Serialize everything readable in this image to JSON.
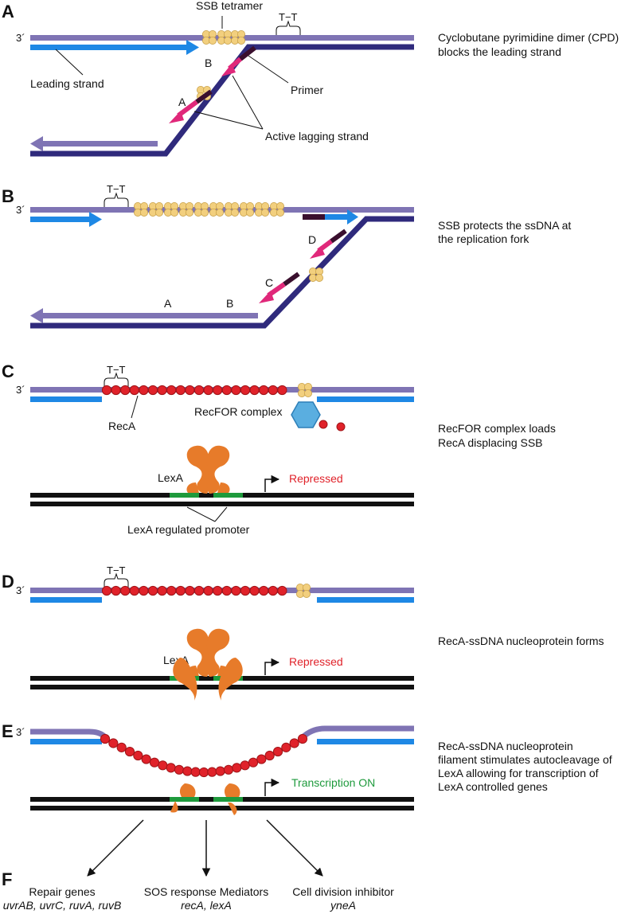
{
  "colors": {
    "template_strand": "#7f74b4",
    "dark_strand": "#2f2a7c",
    "leading_strand": "#1e88e5",
    "rna_primer": "#3a0f2e",
    "lagging_fragment": "#e0287a",
    "ssb": "#f2cf7e",
    "reca": "#e0222a",
    "recfor": "#5aaee0",
    "lexa": "#e77b2a",
    "operator": "#1e9a3c",
    "dsdna": "#111111"
  },
  "icons": [
    "ssb-tetramer-icon",
    "reca-monomer-icon",
    "recfor-hexagon-icon",
    "lexa-dimer-icon",
    "promoter-arrow-icon"
  ],
  "panels": {
    "A": {
      "letter": "A",
      "end_label": "3´",
      "ssb_label": "SSB tetramer",
      "cpd_label": "T−T",
      "leading_label": "Leading strand",
      "fragment_a": "A",
      "fragment_b": "B",
      "primer_label": "Primer",
      "lagging_label": "Active lagging strand",
      "desc_line1": "Cyclobutane pyrimidine dimer (CPD)",
      "desc_line2": "blocks the leading strand"
    },
    "B": {
      "letter": "B",
      "end_label": "3´",
      "cpd_label": "T−T",
      "fragment_a": "A",
      "fragment_b": "B",
      "fragment_c": "C",
      "fragment_d": "D",
      "desc_line1": "SSB protects the ssDNA at",
      "desc_line2": "the replication fork"
    },
    "C": {
      "letter": "C",
      "end_label": "3´",
      "cpd_label": "T−T",
      "reca_label": "RecA",
      "recfor_label": "RecFOR complex",
      "lexa_label": "LexA",
      "status_label": "Repressed",
      "promoter_label": "LexA regulated promoter",
      "desc_line1": "RecFOR complex loads",
      "desc_line2": "RecA displacing SSB"
    },
    "D": {
      "letter": "D",
      "end_label": "3´",
      "cpd_label": "T−T",
      "lexa_label": "LexA",
      "status_label": "Repressed",
      "desc_line1": "RecA-ssDNA nucleoprotein forms"
    },
    "E": {
      "letter": "E",
      "end_label": "3´",
      "status_label": "Transcription ON",
      "desc_line1": "RecA-ssDNA nucleoprotein",
      "desc_line2": "filament stimulates autocleavage of",
      "desc_line3": "LexA allowing for transcription of",
      "desc_line4": "LexA controlled genes"
    },
    "F": {
      "letter": "F",
      "repair_title": "Repair genes",
      "repair_genes": "uvrAB, uvrC, ruvA, ruvB",
      "sos_title": "SOS response Mediators",
      "sos_genes": "recA, lexA",
      "division_title": "Cell division inhibitor",
      "division_genes": "yneA"
    }
  }
}
